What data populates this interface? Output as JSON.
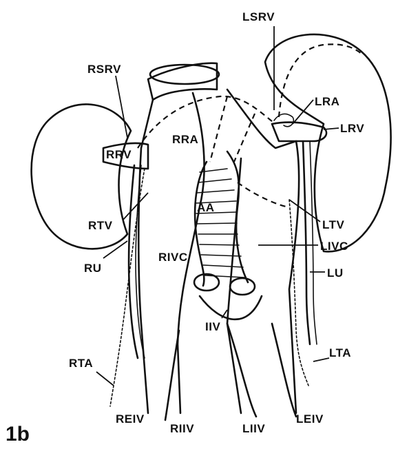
{
  "figure_label": "1b",
  "labels": {
    "lsrv": "LSRV",
    "rsrv": "RSRV",
    "lra": "LRA",
    "lrv": "LRV",
    "rra": "RRA",
    "rrv": "RRV",
    "aa": "AA",
    "rtv": "RTV",
    "ltv": "LTV",
    "livc": "LIVC",
    "rivc": "RIVC",
    "lu": "LU",
    "ru": "RU",
    "iiv": "IIV",
    "rta": "RTA",
    "lta": "LTA",
    "reiv": "REIV",
    "riiv": "RIIV",
    "liiv": "LIIV",
    "leiv": "LEIV"
  }
}
